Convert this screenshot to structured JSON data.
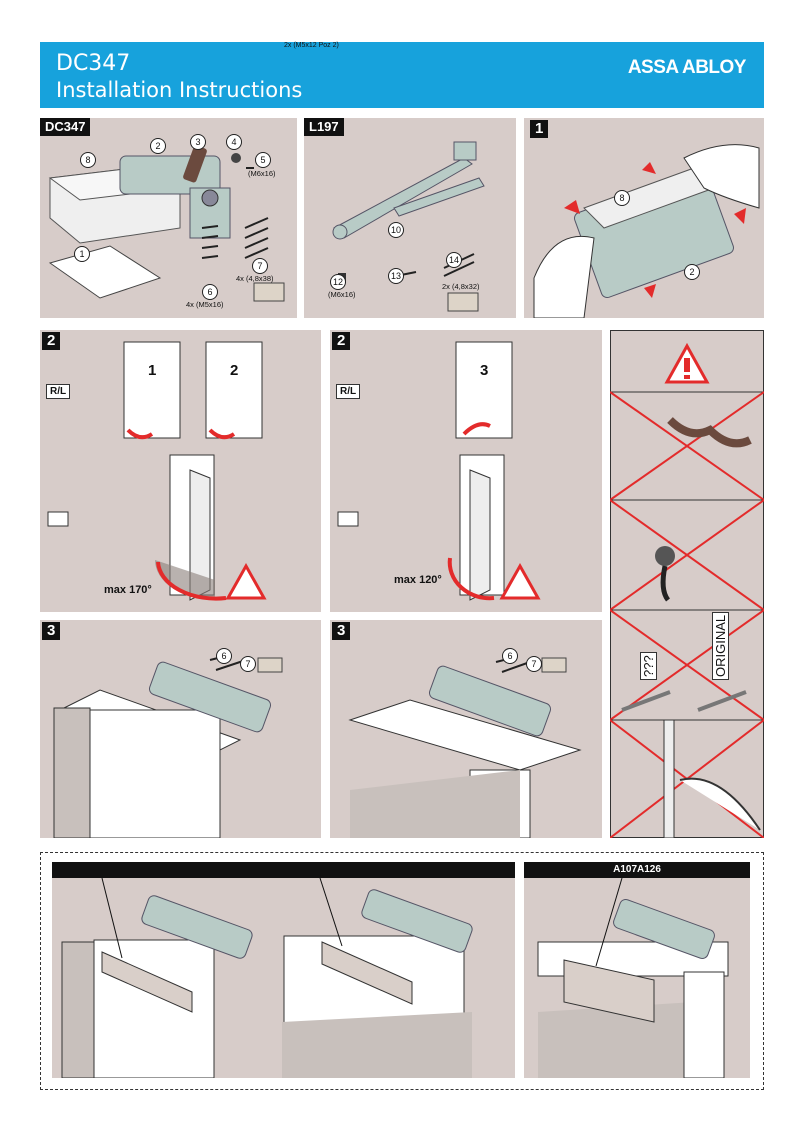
{
  "header": {
    "model": "DC347",
    "subtitle": "Installation Instructions",
    "note": "2x (M5x12 Poz 2)",
    "brand": "ASSA ABLOY"
  },
  "panel_dc347": {
    "tag": "DC347",
    "parts": [
      "1",
      "2",
      "3",
      "4",
      "5",
      "6",
      "7",
      "8"
    ],
    "label_m6x16": "(M6x16)",
    "label_48x38": "4x (4,8x38)",
    "label_m5x16": "4x (M5x16)"
  },
  "panel_l197": {
    "tag": "L197",
    "parts": [
      "10",
      "12",
      "13",
      "14"
    ],
    "label_m6x16": "(M6x16)",
    "label_48x32": "2x (4,8x32)"
  },
  "panel_step1": {
    "tag": "1",
    "parts": [
      "8",
      "2"
    ]
  },
  "panel_step2a": {
    "tag": "2",
    "rl": "R/L",
    "door1": "1",
    "door2": "2",
    "max": "max 170°"
  },
  "panel_step2b": {
    "tag": "2",
    "rl": "R/L",
    "door3": "3",
    "max": "max 120°"
  },
  "panel_step3a": {
    "tag": "3",
    "parts": [
      "6",
      "7"
    ]
  },
  "panel_step3b": {
    "tag": "3",
    "parts": [
      "6",
      "7"
    ]
  },
  "warnings": {
    "original": "ORIGINAL",
    "question": "???"
  },
  "bottom": {
    "right_bar": "A107A126"
  },
  "colors": {
    "header": "#17a2dc",
    "panel": "#d7ccc9",
    "device": "#b8cbc6",
    "red": "#e32b2b"
  }
}
